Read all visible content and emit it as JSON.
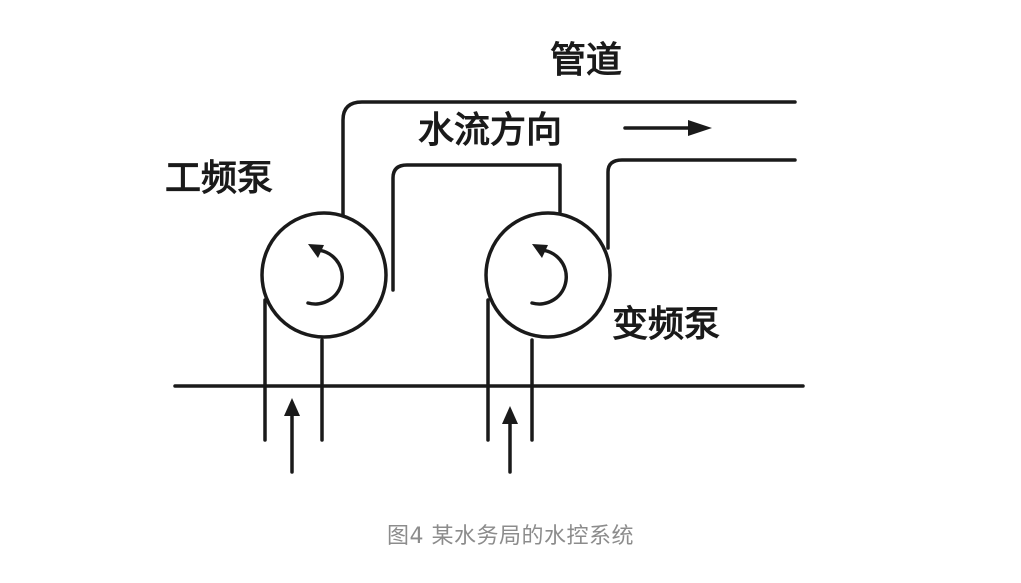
{
  "diagram": {
    "labels": {
      "pipe": "管道",
      "flow_direction": "水流方向",
      "fixed_frequency_pump": "工频泵",
      "variable_frequency_pump": "变频泵"
    }
  },
  "caption": "图4 某水务局的水控系统"
}
